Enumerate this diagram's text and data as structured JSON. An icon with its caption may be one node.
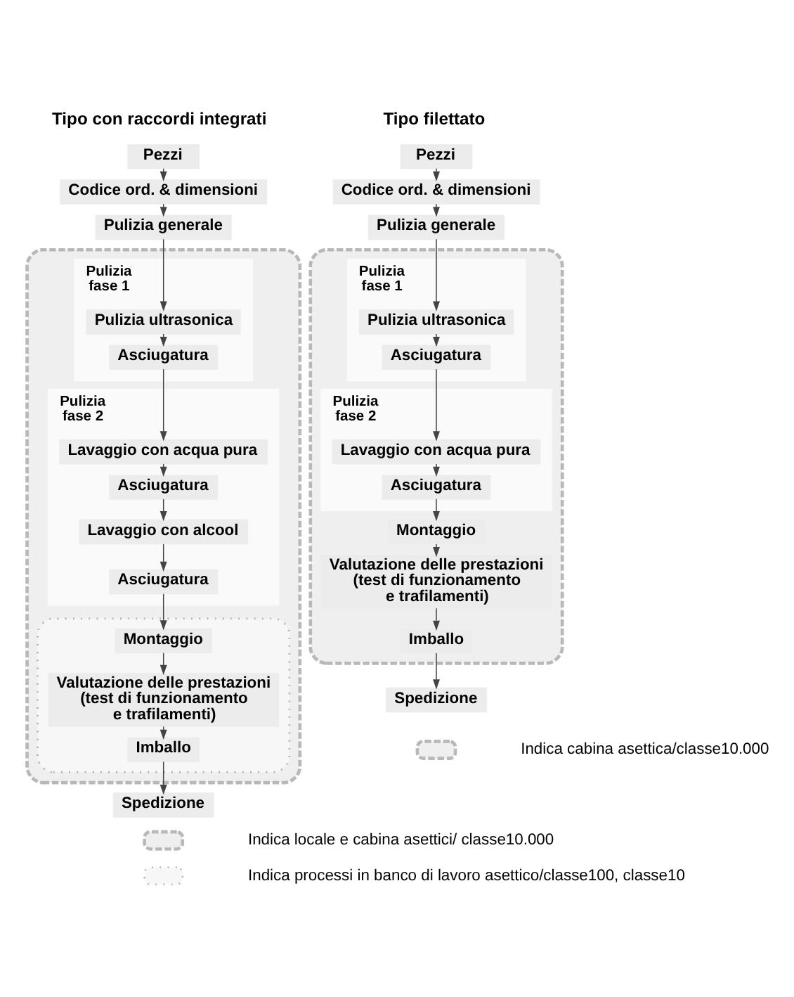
{
  "diagram": {
    "nodes": [
      {
        "text": [
          "Pezzi"
        ]
      },
      {
        "text": [
          "Codice ord. & dimensioni"
        ]
      },
      {
        "text": [
          "Pulizia generale"
        ]
      },
      {
        "text": [],
        "shape": "box"
      },
      {
        "text": [
          "Pulizia fase 1"
        ],
        "in": 3
      },
      {
        "text": [
          "Pulizia ultrasonica"
        ],
        "in": 4
      },
      {
        "text": [
          "Asciugatura"
        ],
        "in": 4
      },
      {
        "text": [
          "Pulizia fase 2"
        ],
        "in": 3
      },
      {
        "text": [
          "Lavaggio con acqua pura"
        ],
        "in": 7
      },
      {
        "text": [
          "Asciugatura"
        ],
        "in": 7
      },
      {
        "text": [
          "Lavaggio con alcool"
        ],
        "in": 7
      },
      {
        "text": [
          "Asciugatura"
        ],
        "in": 7
      },
      {
        "text": [],
        "shape": "box",
        "in": 3
      },
      {
        "text": [
          "Montaggio"
        ],
        "in": 12
      },
      {
        "text": [
          "Valutazione delle prestazioni (test di funzionamento e trafilamenti)"
        ],
        "in": 12
      },
      {
        "text": [
          "Imballo"
        ],
        "in": 12
      },
      {
        "text": [
          "Spedizione"
        ]
      },
      {
        "text": [
          "Pezzi"
        ]
      },
      {
        "text": [
          "Codice ord. & dimensioni"
        ]
      },
      {
        "text": [
          "Pulizia generale"
        ]
      },
      {
        "text": [],
        "shape": "box"
      },
      {
        "text": [
          "Pulizia fase 1"
        ],
        "in": 20
      },
      {
        "text": [
          "Pulizia ultrasonica"
        ],
        "in": 21
      },
      {
        "text": [
          "Asciugatura"
        ],
        "in": 21
      },
      {
        "text": [
          "Pulizia fase 2"
        ],
        "in": 20
      },
      {
        "text": [
          "Lavaggio con acqua pura"
        ],
        "in": 24
      },
      {
        "text": [
          "Asciugatura"
        ],
        "in": 24
      },
      {
        "text": [
          "Montaggio"
        ],
        "in": 20
      },
      {
        "text": [
          "Valutazione delle prestazioni (test di funzionamento e trafilamenti)"
        ],
        "in": 20
      },
      {
        "text": [
          "Imballo"
        ],
        "in": 20
      },
      {
        "text": [
          "Spedizione"
        ]
      }
    ],
    "edges": [
      {
        "from": 0,
        "to": 1,
        "arrow": "to"
      },
      {
        "from": 1,
        "to": 2,
        "arrow": "to"
      },
      {
        "from": 2,
        "to": 5,
        "arrow": "to"
      },
      {
        "from": 5,
        "to": 6,
        "arrow": "to"
      },
      {
        "from": 6,
        "to": 8,
        "arrow": "to"
      },
      {
        "from": 8,
        "to": 9,
        "arrow": "to"
      },
      {
        "from": 9,
        "to": 10,
        "arrow": "to"
      },
      {
        "from": 10,
        "to": 11,
        "arrow": "to"
      },
      {
        "from": 11,
        "to": 13,
        "arrow": "to"
      },
      {
        "from": 13,
        "to": 14,
        "arrow": "to"
      },
      {
        "from": 14,
        "to": 15,
        "arrow": "to"
      },
      {
        "from": 15,
        "to": 16,
        "arrow": "to"
      },
      {
        "from": 17,
        "to": 18,
        "arrow": "to"
      },
      {
        "from": 18,
        "to": 19,
        "arrow": "to"
      },
      {
        "from": 19,
        "to": 22,
        "arrow": "to"
      },
      {
        "from": 22,
        "to": 23,
        "arrow": "to"
      },
      {
        "from": 23,
        "to": 25,
        "arrow": "to"
      },
      {
        "from": 25,
        "to": 26,
        "arrow": "to"
      },
      {
        "from": 26,
        "to": 27,
        "arrow": "to"
      },
      {
        "from": 27,
        "to": 28,
        "arrow": "to"
      },
      {
        "from": 28,
        "to": 29,
        "arrow": "to"
      },
      {
        "from": 29,
        "to": 30,
        "arrow": "to"
      }
    ],
    "labels": [
      "Tipo con raccordi integrati",
      "Tipo filettato"
    ],
    "legend": [
      {
        "text": "Indica cabina asettica/classe10.000"
      },
      {
        "text": "Indica locale e cabina asettici/ classe10.000"
      },
      {
        "text": "Indica processi in banco di lavoro asettico/classe100, classe10"
      }
    ]
  }
}
